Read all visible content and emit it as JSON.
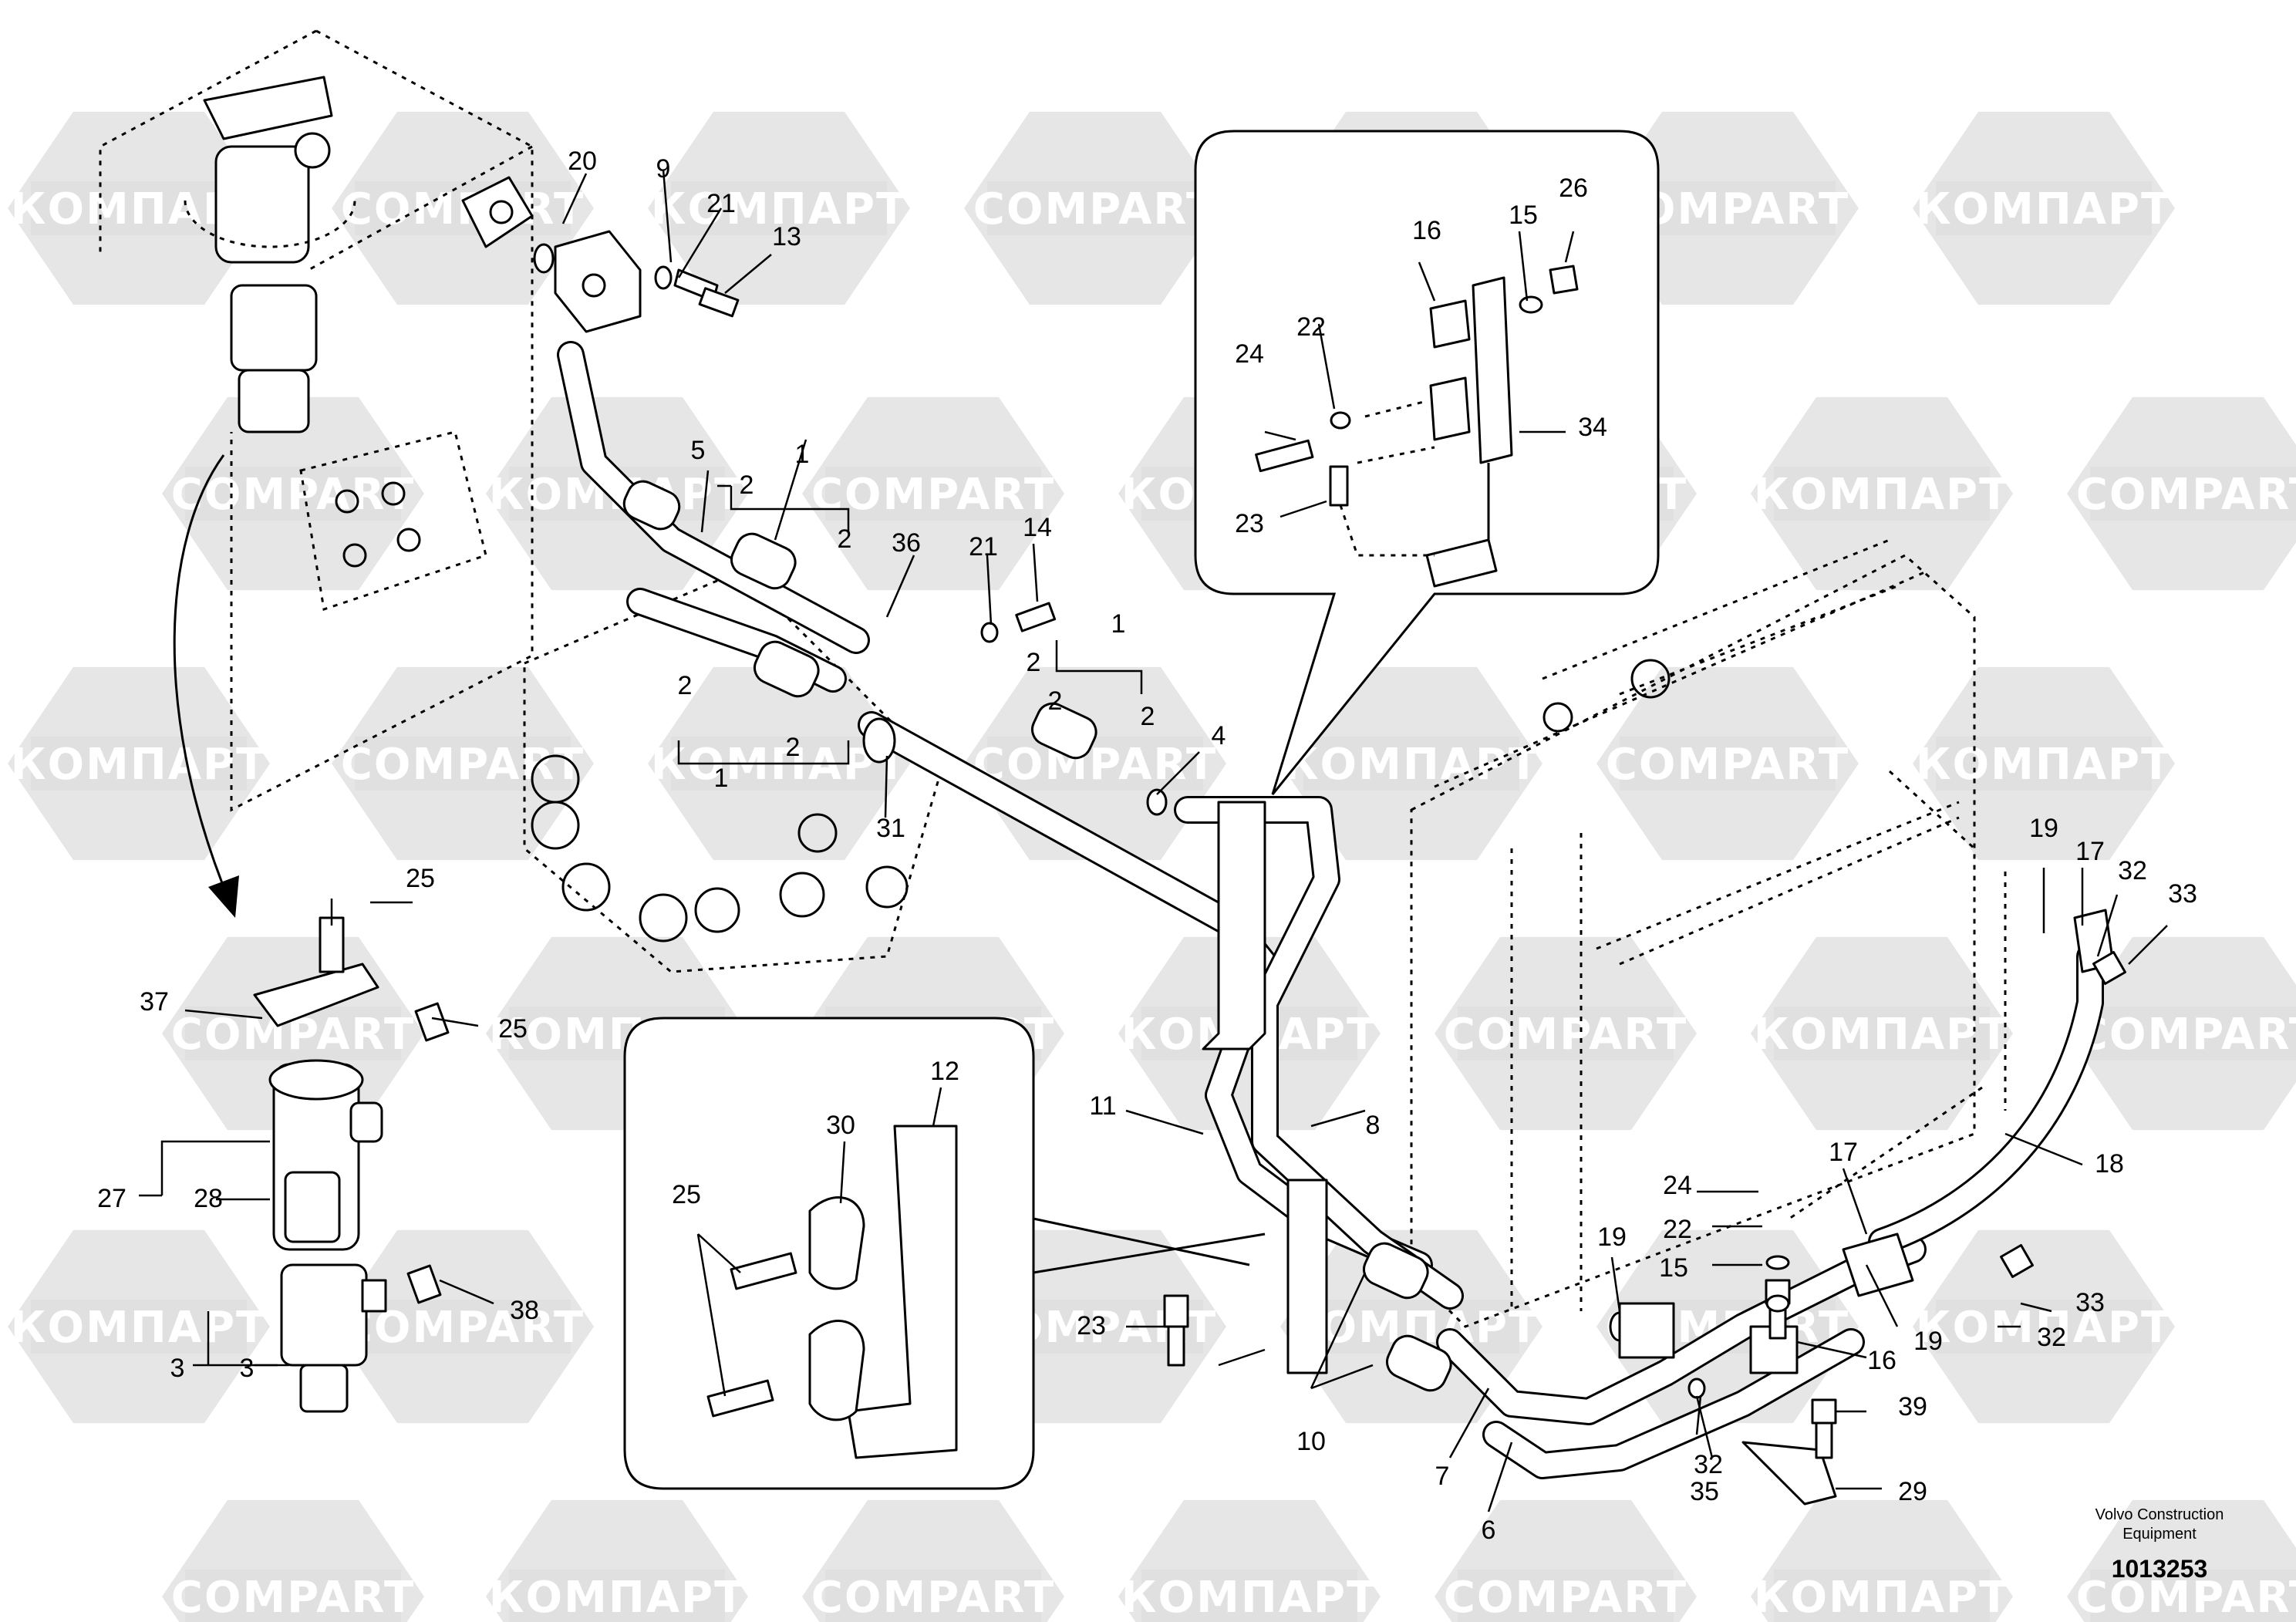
{
  "watermarks": [
    "КОМПАРТ",
    "COMPART"
  ],
  "callouts": {
    "c1a": "1",
    "c1b": "1",
    "c1c": "1",
    "c2a": "2",
    "c2b": "2",
    "c2c": "2",
    "c2d": "2",
    "c2e": "2",
    "c2f": "2",
    "c2g": "2",
    "c3a": "3",
    "c3b": "3",
    "c4": "4",
    "c5": "5",
    "c6": "6",
    "c7": "7",
    "c8": "8",
    "c9": "9",
    "c10": "10",
    "c11": "11",
    "c12": "12",
    "c13": "13",
    "c14": "14",
    "c15a": "15",
    "c15b": "15",
    "c16a": "16",
    "c16b": "16",
    "c17a": "17",
    "c17b": "17",
    "c18": "18",
    "c19a": "19",
    "c19b": "19",
    "c19c": "19",
    "c20": "20",
    "c21a": "21",
    "c21b": "21",
    "c22a": "22",
    "c22b": "22",
    "c23a": "23",
    "c23b": "23",
    "c24a": "24",
    "c24b": "24",
    "c25a": "25",
    "c25b": "25",
    "c25c": "25",
    "c26": "26",
    "c27": "27",
    "c28": "28",
    "c29": "29",
    "c30": "30",
    "c31": "31",
    "c32a": "32",
    "c32b": "32",
    "c32c": "32",
    "c33a": "33",
    "c33b": "33",
    "c34": "34",
    "c35": "35",
    "c36": "36",
    "c37": "37",
    "c38": "38",
    "c39": "39"
  },
  "footer": {
    "company_line1": "Volvo Construction",
    "company_line2": "Equipment",
    "drawing_number": "1013253"
  }
}
